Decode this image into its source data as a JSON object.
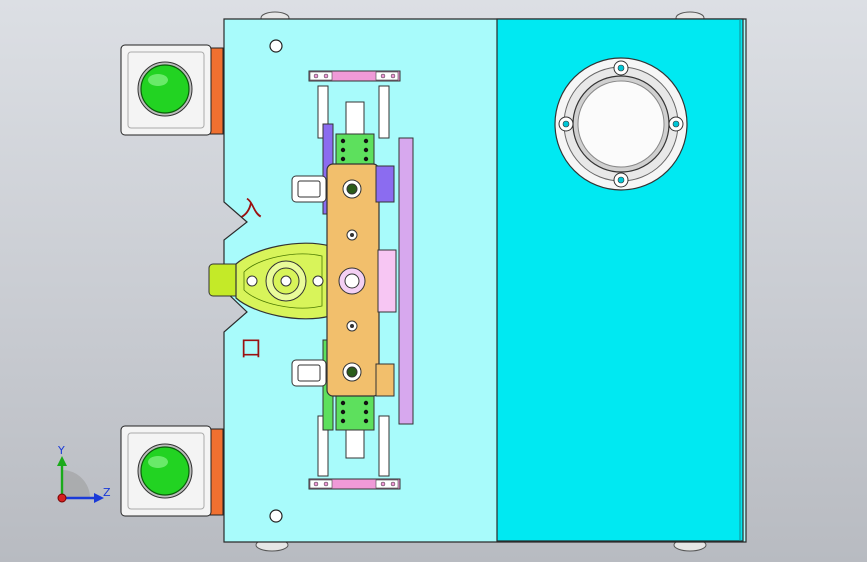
{
  "window": {
    "title": ""
  },
  "triad": {
    "y_label": "Y",
    "z_label": "Z"
  },
  "plate_marks": {
    "upper": "入",
    "lower": "口"
  },
  "colors": {
    "background_top": "#dcdfe4",
    "background_bottom": "#b8bbc1",
    "base_plate": "#a8fbfb",
    "cover_panel": "#00e9f2",
    "clamp_block": "#f2bf6c",
    "green_button": "#22d322",
    "orange_tab": "#f07030",
    "purple_bar": "#d7a8ee",
    "pink_rail": "#f09ad8",
    "yellow_green_arm": "#d8f45a",
    "green_pads": "#5de05d",
    "violet_block": "#8b6cf0"
  },
  "icons": [
    "axis-triad-icon",
    "push-button-icon"
  ]
}
